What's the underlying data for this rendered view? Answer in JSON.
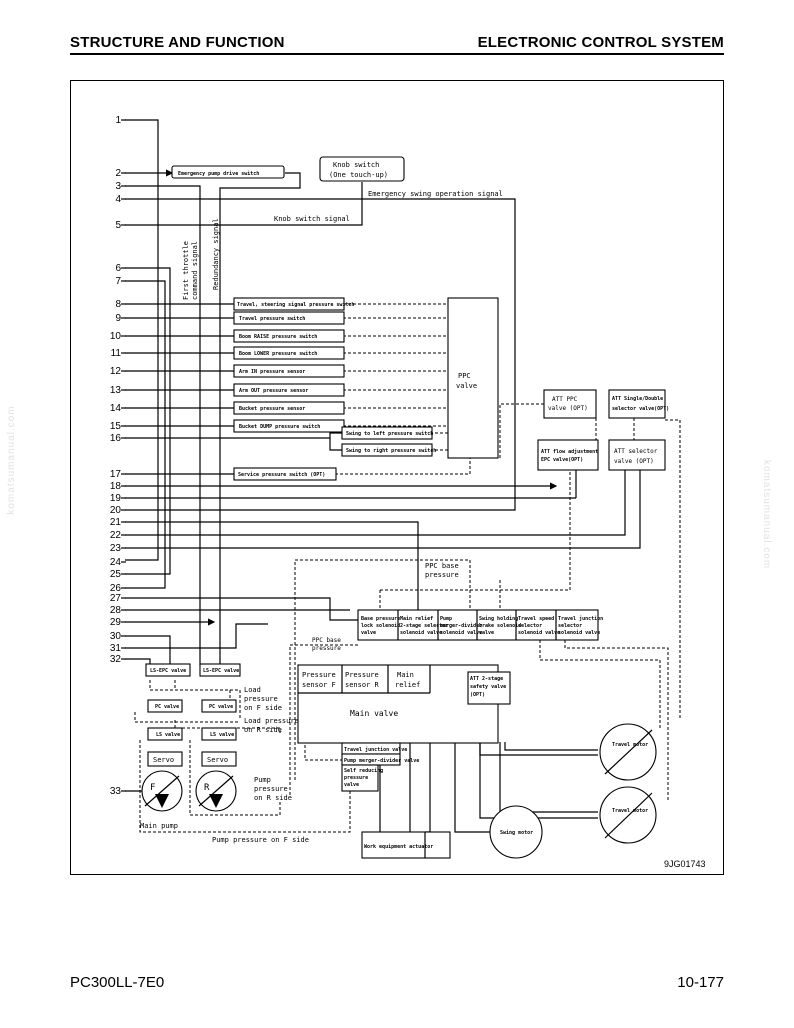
{
  "header": {
    "left": "STRUCTURE AND FUNCTION",
    "right": "ELECTRONIC CONTROL SYSTEM"
  },
  "footer": {
    "left": "PC300LL-7E0",
    "right": "10-177"
  },
  "watermark": "komatsumanual.com",
  "diagram": {
    "code": "9JG01743",
    "connectors": [
      "1",
      "2",
      "3",
      "4",
      "5",
      "6",
      "7",
      "8",
      "9",
      "10",
      "11",
      "12",
      "13",
      "14",
      "15",
      "16",
      "17",
      "18",
      "19",
      "20",
      "21",
      "22",
      "23",
      "24",
      "25",
      "26",
      "27",
      "28",
      "29",
      "30",
      "31",
      "32",
      "33"
    ],
    "boxes": {
      "emergency_pump_drive_switch": "Emergency pump drive switch",
      "knob_switch_1": "Knob switch",
      "knob_switch_2": "(One touch-up)",
      "travel_steering_switch": "Travel, steering signal pressure switch",
      "travel_pressure_switch": "Travel pressure switch",
      "boom_raise_switch": "Boom RAISE pressure switch",
      "boom_lower_switch": "Boom LOWER pressure switch",
      "arm_in_sensor": "Arm IN pressure sensor",
      "arm_out_sensor": "Arm OUT pressure sensor",
      "bucket_sensor": "Bucket pressure sensor",
      "bucket_dump_switch": "Bucket DUMP pressure switch",
      "swing_left_switch": "Swing to left pressure switch",
      "swing_right_switch": "Swing to right pressure switch",
      "service_switch": "Service pressure switch (OPT)",
      "ppc_valve_1": "PPC",
      "ppc_valve_2": "valve",
      "att_ppc_1": "ATT PPC",
      "att_ppc_2": "valve (OPT)",
      "att_single_double_1": "ATT Single/Double",
      "att_single_double_2": "selector valve(OPT)",
      "att_flow_epc_1": "ATT flow adjustment",
      "att_flow_epc_2": "EPC valve(OPT)",
      "att_selector_1": "ATT selector",
      "att_selector_2": "valve (OPT)",
      "sol_base_lock": [
        "Base pressure",
        "lock solenoid",
        "valve"
      ],
      "sol_main_relief": [
        "Main relief",
        "2-stage selector",
        "solenoid valve"
      ],
      "sol_pump_merge": [
        "Pump",
        "merger-divider",
        "solenoid valve"
      ],
      "sol_swing_brake": [
        "Swing holding",
        "brake solenoid",
        "valve"
      ],
      "sol_travel_speed": [
        "Travel speed",
        "selector",
        "solenoid valve"
      ],
      "sol_travel_junction": [
        "Travel junction",
        "selector",
        "solenoid valve"
      ],
      "pressure_sensor_f": [
        "Pressure",
        "sensor F"
      ],
      "pressure_sensor_r": [
        "Pressure",
        "sensor R"
      ],
      "main_relief": [
        "Main",
        "relief"
      ],
      "att_2stage_safety": [
        "ATT 2-stage",
        "safety valve",
        "(OPT)"
      ],
      "main_valve": "Main valve",
      "travel_junction_valve": "Travel junction valve",
      "pump_merger_valve": "Pump merger-divider valve",
      "self_reducing_valve": [
        "Self reducing",
        "pressure",
        "valve"
      ],
      "ls_epc_1": "LS-EPC valve",
      "ls_epc_2": "LS-EPC valve",
      "pc_valve_1": "PC valve",
      "pc_valve_2": "PC valve",
      "ls_valve_1": "LS valve",
      "ls_valve_2": "LS valve",
      "servo_1": "Servo",
      "servo_2": "Servo",
      "pump_f": "F",
      "pump_r": "R",
      "swing_motor": "Swing motor",
      "travel_motor_1": "Travel motor",
      "travel_motor_2": "Travel motor",
      "work_actuator": "Work equipment actuator"
    },
    "labels": {
      "emergency_swing": "Emergency swing operation signal",
      "knob_signal": "Knob switch signal",
      "throttle_1": "First throttle",
      "throttle_2": "command signal",
      "redundancy": "Redundancy signal",
      "ppc_base_top_1": "PPC base",
      "ppc_base_top_2": "pressure",
      "ppc_base_left_1": "PPC base",
      "ppc_base_left_2": "pressure",
      "load_f": [
        "Load",
        "pressure",
        "on F side"
      ],
      "load_r": [
        "Load pressure",
        "on R side"
      ],
      "pump_pressure_r": [
        "Pump",
        "pressure",
        "on R side"
      ],
      "pump_pressure_f": "Pump pressure on F side",
      "main_pump": "Main pump"
    }
  }
}
